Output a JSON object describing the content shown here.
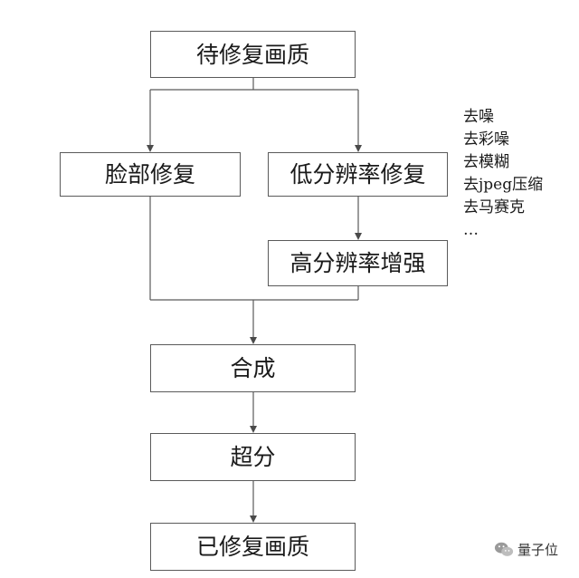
{
  "nodes": {
    "input": "待修复画质",
    "face": "脸部修复",
    "low_res": "低分辨率修复",
    "high_res": "高分辨率增强",
    "merge": "合成",
    "super_res": "超分",
    "output": "已修复画质"
  },
  "low_res_tasks": [
    "去噪",
    "去彩噪",
    "去模糊",
    "去jpeg压缩",
    "去马赛克",
    "…"
  ],
  "watermark": {
    "text": "量子位",
    "icon": "wechat-icon"
  },
  "colors": {
    "border": "#5a5a5a",
    "text": "#1a1a1a"
  }
}
